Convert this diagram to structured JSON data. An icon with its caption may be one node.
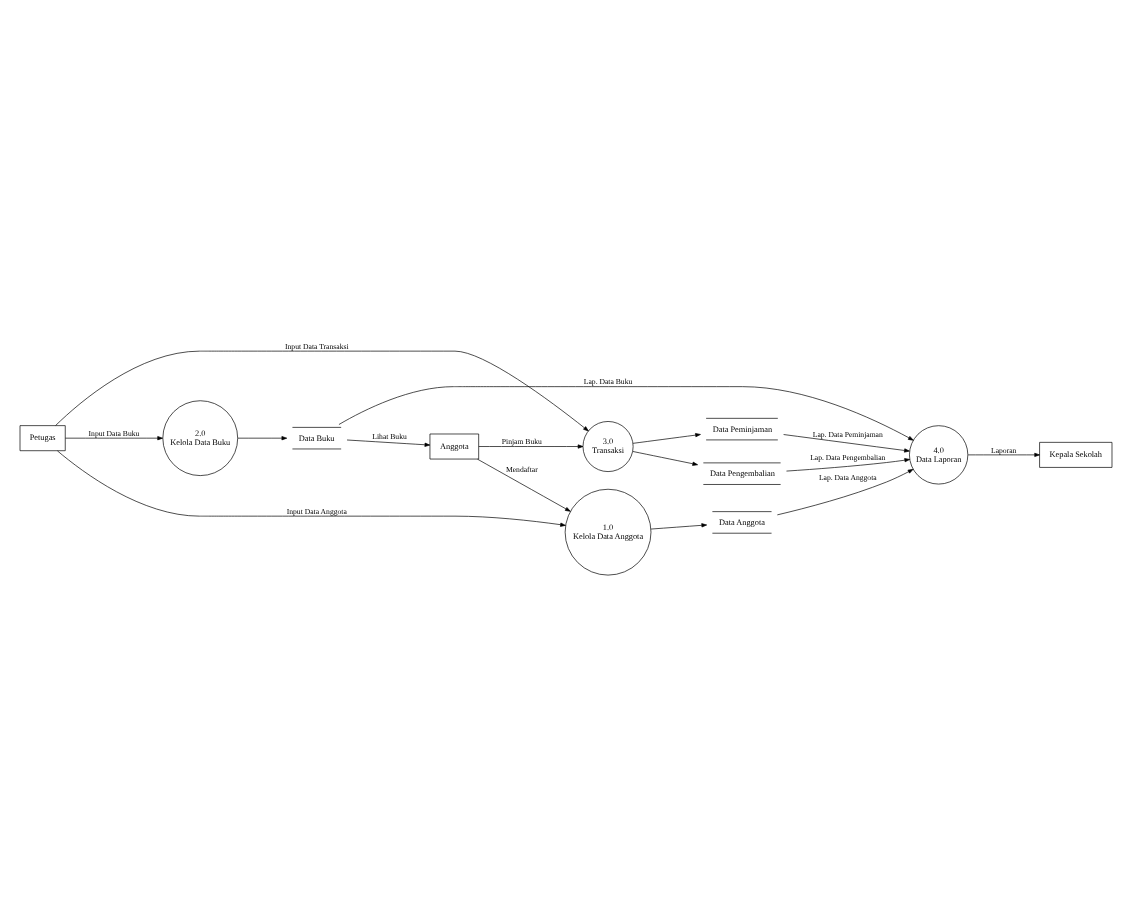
{
  "diagram": {
    "nodes": [
      {
        "text": [
          "Anggota"
        ]
      },
      {
        "text": [
          "Petugas"
        ]
      },
      {
        "text": [
          "Kepala Sekolah"
        ]
      },
      {
        "text": [
          "1.0",
          "Kelola Data Anggota"
        ]
      },
      {
        "text": [
          "2.0",
          "Kelola Data Buku"
        ]
      },
      {
        "text": [
          "3.0",
          "Transaksi"
        ]
      },
      {
        "text": [
          "4.0",
          "Data Laporan"
        ]
      },
      {
        "text": [
          "Data Anggota"
        ]
      },
      {
        "text": [
          "Data Buku"
        ]
      },
      {
        "text": [
          "Data Peminjaman"
        ]
      },
      {
        "text": [
          "Data Pengembalian"
        ]
      }
    ],
    "edges": [
      {
        "from": 0,
        "to": 3,
        "arrow": "to",
        "label": "Mendaftar"
      },
      {
        "from": 1,
        "to": 3,
        "arrow": "to",
        "label": "Input Data Anggota"
      },
      {
        "from": 1,
        "to": 4,
        "arrow": "to",
        "label": "Input Data Buku"
      },
      {
        "from": 1,
        "to": 5,
        "arrow": "to",
        "label": "Input Data Transaksi"
      },
      {
        "from": 0,
        "to": 5,
        "arrow": "to",
        "label": "Pinjam Buku"
      },
      {
        "from": 8,
        "to": 0,
        "arrow": "to",
        "label": "Lihat Buku"
      },
      {
        "from": 3,
        "to": 7,
        "arrow": "to"
      },
      {
        "from": 4,
        "to": 8,
        "arrow": "to"
      },
      {
        "from": 5,
        "to": 9,
        "arrow": "to"
      },
      {
        "from": 5,
        "to": 10,
        "arrow": "to"
      },
      {
        "from": 10,
        "to": 6,
        "arrow": "to",
        "label": "Lap. Data Pengembalian"
      },
      {
        "from": 9,
        "to": 6,
        "arrow": "to",
        "label": "Lap. Data Peminjaman"
      },
      {
        "from": 8,
        "to": 6,
        "arrow": "to",
        "label": "Lap. Data Buku"
      },
      {
        "from": 7,
        "to": 6,
        "arrow": "to",
        "label": "Lap. Data Anggota"
      },
      {
        "from": 6,
        "to": 2,
        "arrow": "to",
        "label": "Laporan"
      }
    ]
  }
}
